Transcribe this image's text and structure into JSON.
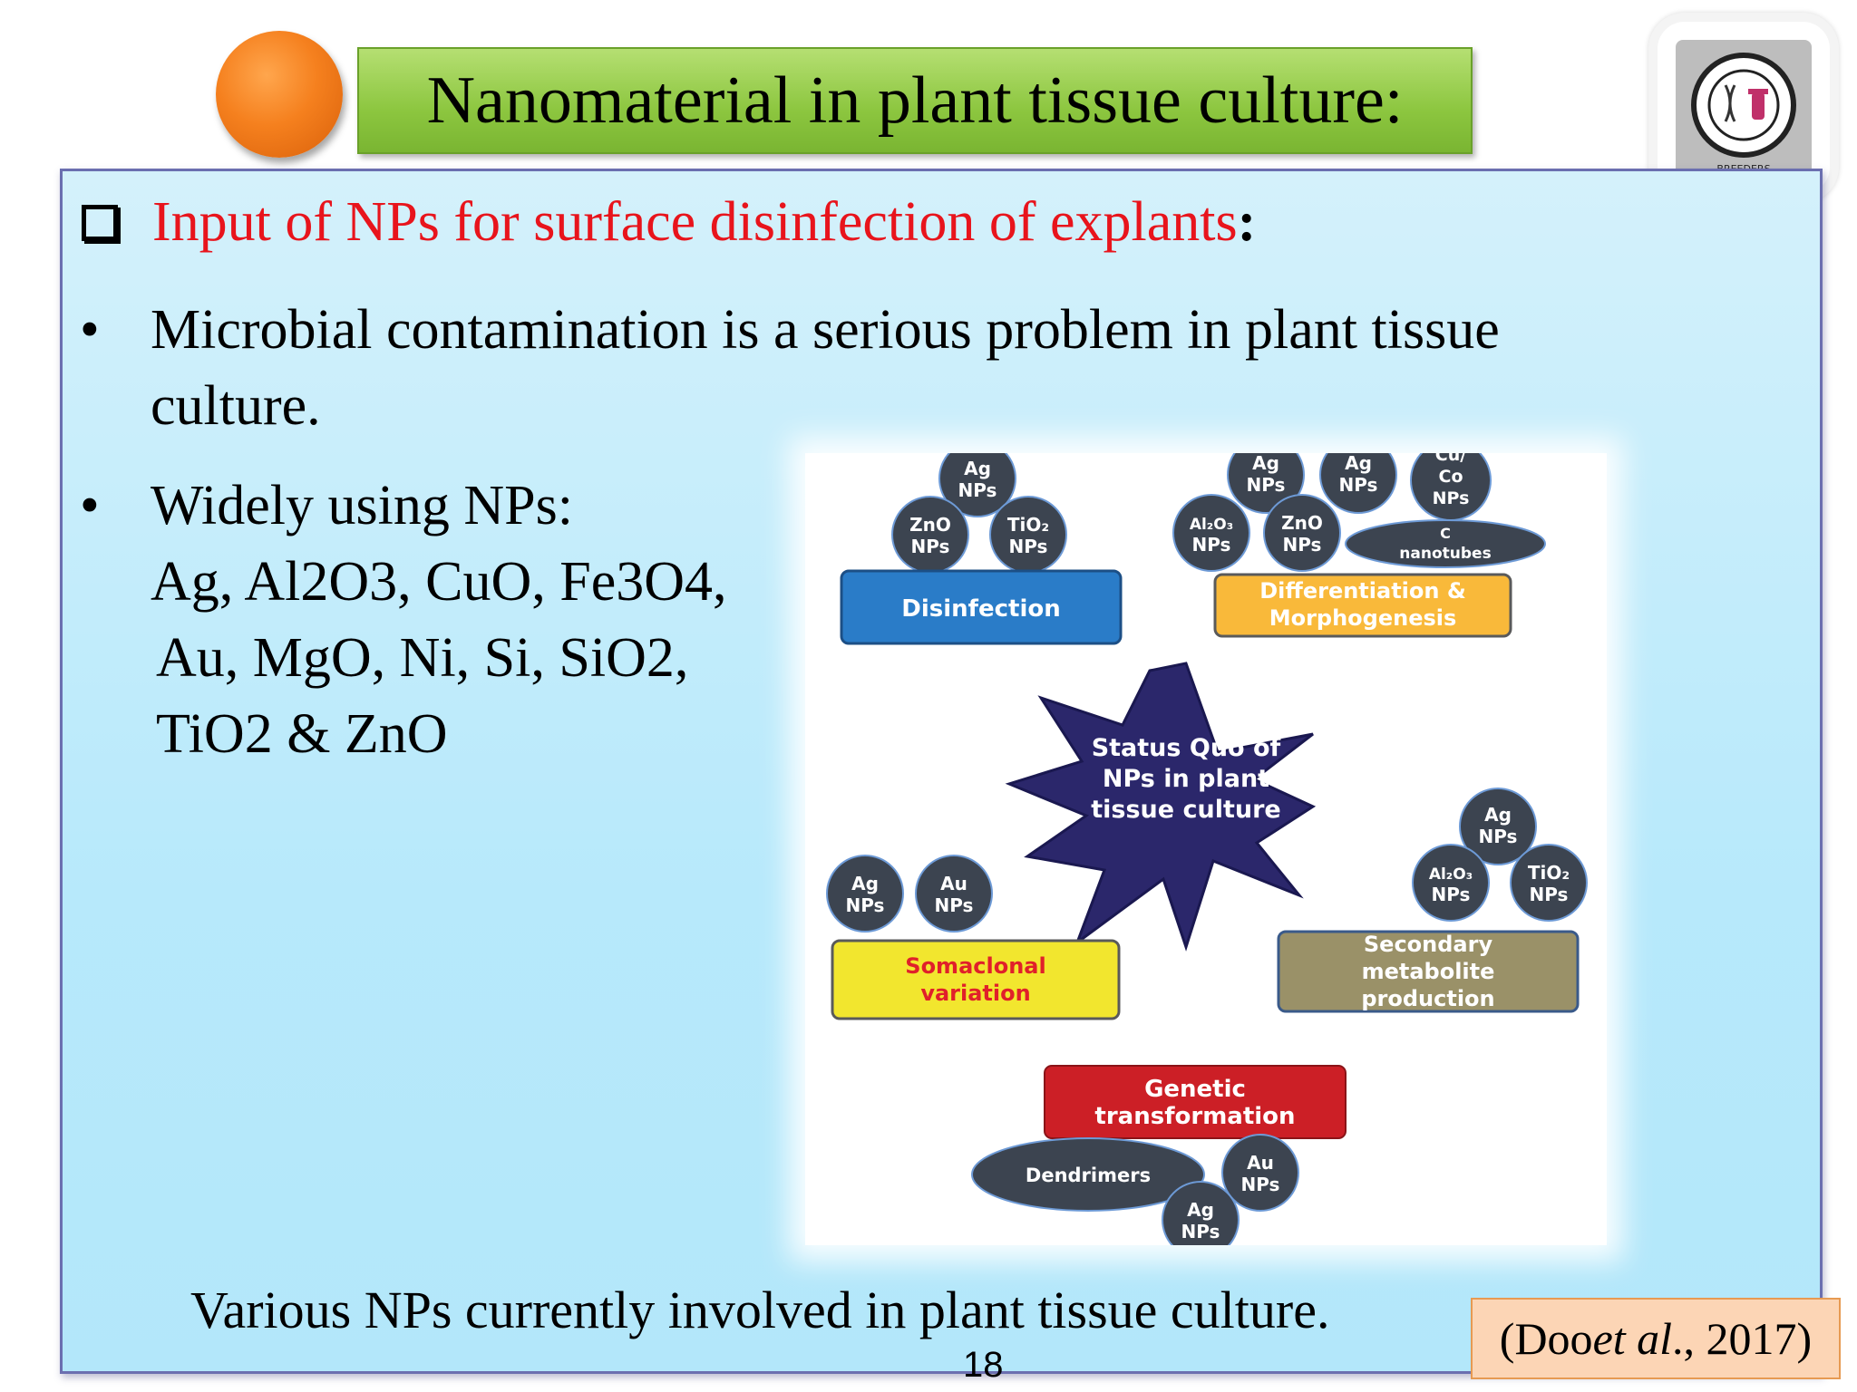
{
  "slide": {
    "title": "Nanomaterial in plant tissue culture:",
    "logo_text": "BREEDERS",
    "heading": "Input of NPs for surface disinfection of explants",
    "heading_colon": ":",
    "bullets": [
      {
        "lines": [
          "Microbial contamination is a serious problem in plant tissue",
          "culture."
        ]
      },
      {
        "lines": [
          "Widely using NPs:",
          "Ag, Al2O3, CuO, Fe3O4,",
          "Au, MgO, Ni, Si, SiO2,",
          "TiO2 & ZnO"
        ]
      }
    ],
    "bullet_symbol": "•",
    "caption": "Various NPs currently involved in plant tissue culture.",
    "page_number": "18",
    "citation": {
      "open": "(Doo ",
      "etal": "et al",
      "close": "., 2017)"
    }
  },
  "figure": {
    "center": [
      "Status Quo of",
      "NPs in plant",
      "tissue culture"
    ],
    "disinfection": {
      "label": "Disinfection",
      "color": "#2a7cc8",
      "circles": [
        [
          "Ag",
          "NPs"
        ],
        [
          "ZnO",
          "NPs"
        ],
        [
          "TiO₂",
          "NPs"
        ]
      ]
    },
    "differentiation": {
      "label": [
        "Differentiation &",
        "Morphogenesis"
      ],
      "color": "#f9b93a",
      "circles": [
        [
          "Ag",
          "NPs"
        ],
        [
          "Ag",
          "NPs"
        ],
        [
          "Cu/",
          "Co",
          "NPs"
        ],
        [
          "Al₂O₃",
          "NPs"
        ],
        [
          "ZnO",
          "NPs"
        ]
      ],
      "oval": [
        "C",
        "nanotubes"
      ]
    },
    "somaclonal": {
      "label": [
        "Somaclonal",
        "variation"
      ],
      "color": "#f2e62e",
      "circles": [
        [
          "Ag",
          "NPs"
        ],
        [
          "Au",
          "NPs"
        ]
      ]
    },
    "secondary": {
      "label": [
        "Secondary",
        "metabolite",
        "production"
      ],
      "color": "#9a9168",
      "circles": [
        [
          "Ag",
          "NPs"
        ],
        [
          "Al₂O₃",
          "NPs"
        ],
        [
          "TiO₂",
          "NPs"
        ]
      ]
    },
    "genetic": {
      "label": [
        "Genetic",
        "transformation"
      ],
      "color": "#cc1f26",
      "oval": "Dendrimers",
      "circles": [
        [
          "Au",
          "NPs"
        ],
        [
          "Ag",
          "NPs"
        ]
      ]
    },
    "colors": {
      "circle": "#3c4450",
      "star": "#2b276b"
    }
  }
}
